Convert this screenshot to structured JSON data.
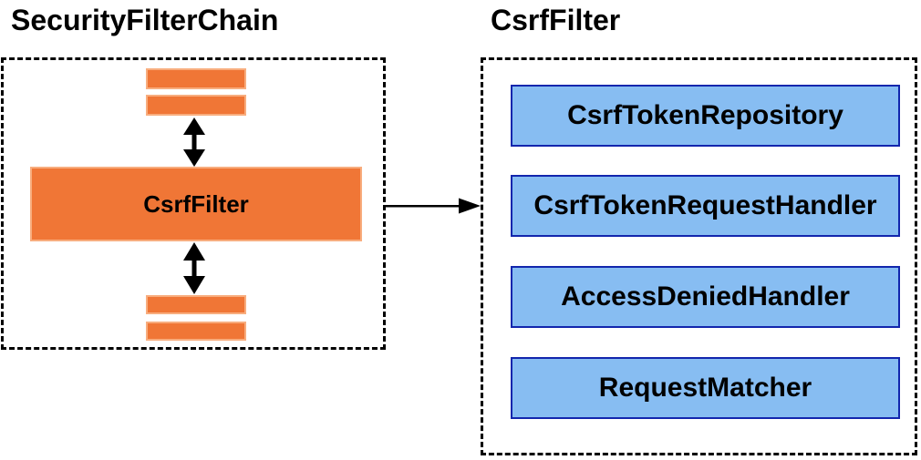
{
  "left_panel": {
    "title": "SecurityFilterChain",
    "csrf_filter_label": "CsrfFilter"
  },
  "right_panel": {
    "title": "CsrfFilter",
    "components": [
      "CsrfTokenRepository",
      "CsrfTokenRequestHandler",
      "AccessDeniedHandler",
      "RequestMatcher"
    ]
  },
  "colors": {
    "orange_fill": "#F07636",
    "orange_edge": "#F8AD7E",
    "blue_fill": "#87BDF2",
    "blue_edge": "#1226AD",
    "shadow_mid": "#A5A5A5",
    "shadow_light": "#DCDCDC",
    "outline_black": "#000000",
    "text_black": "#000000",
    "background": "#FFFFFF"
  }
}
